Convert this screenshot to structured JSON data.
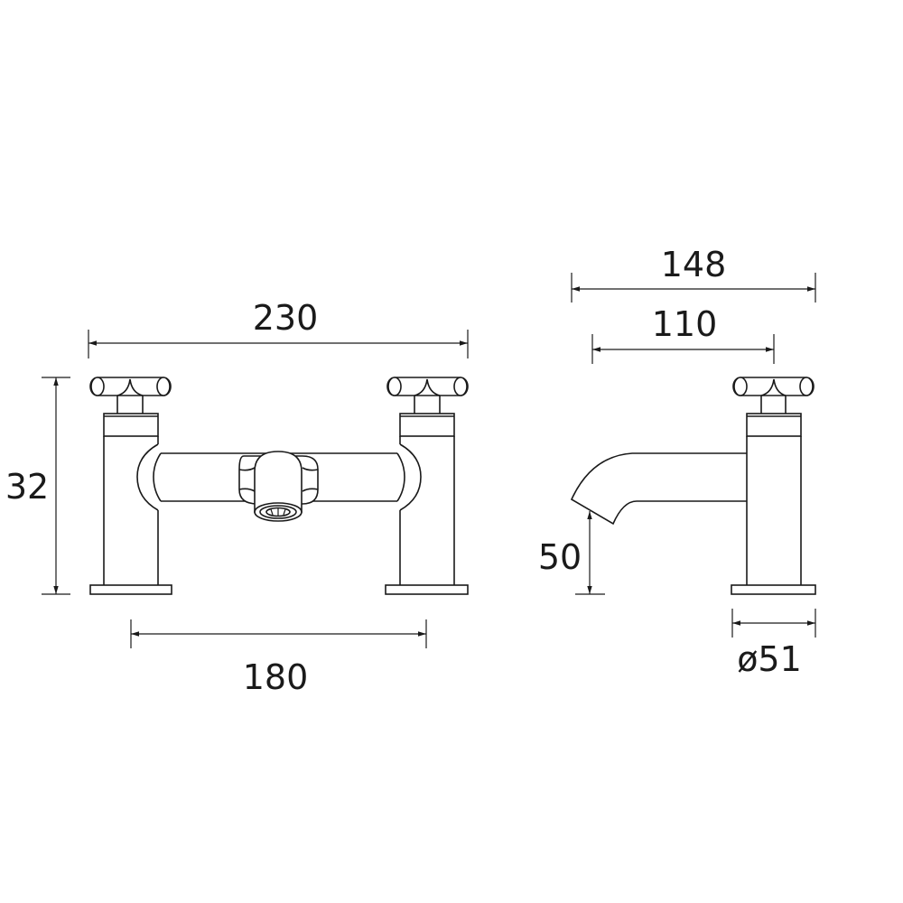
{
  "drawing": {
    "type": "technical-dimension-drawing",
    "subject": "bath filler tap with cross-head handles",
    "line_color": "#1a1a1a",
    "background": "#ffffff",
    "units": "mm"
  },
  "front_view": {
    "dimensions": {
      "overall_width": "230",
      "height": "32",
      "centres": "180"
    }
  },
  "side_view": {
    "dimensions": {
      "overall_depth": "148",
      "spout_reach": "110",
      "spout_height": "50",
      "base_diameter": "ø51"
    }
  }
}
